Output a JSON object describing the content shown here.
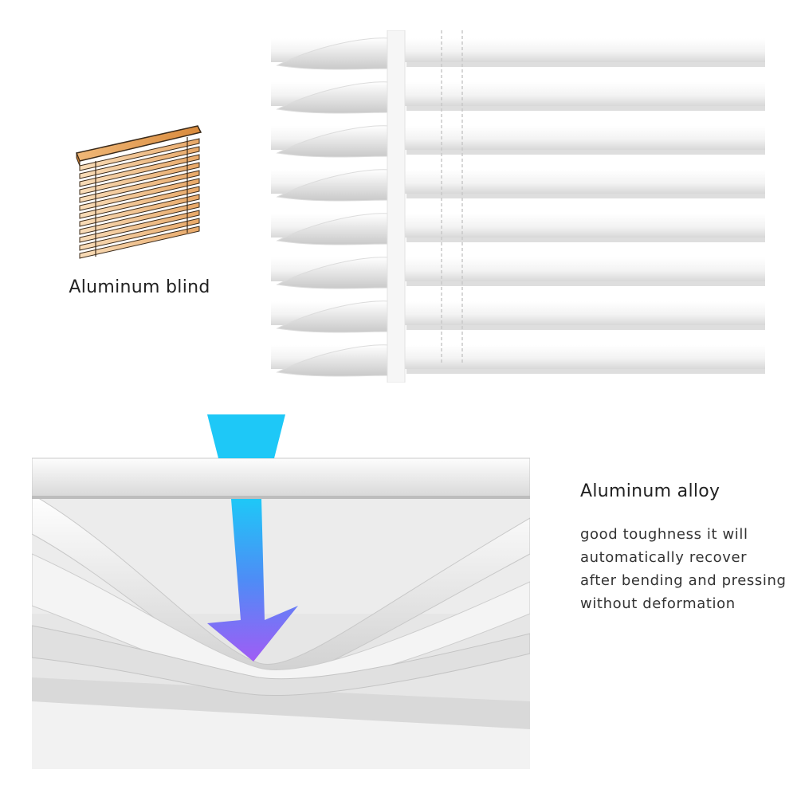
{
  "product_card": {
    "icon": "aluminum-blind-icon",
    "label": "Aluminum blind"
  },
  "material_feature": {
    "title": "Aluminum alloy",
    "description": "good toughness it will automatically recover after bending and pressing without deformation"
  },
  "colors": {
    "icon_wood_light": "#f3c99b",
    "icon_wood_dark": "#d9893d",
    "icon_outline": "#3a2a1a",
    "arrow_top": "#1ec8f7",
    "arrow_bottom": "#a05cf5",
    "slat_white": "#f4f4f4",
    "slat_shadow": "#d0d0d0"
  }
}
